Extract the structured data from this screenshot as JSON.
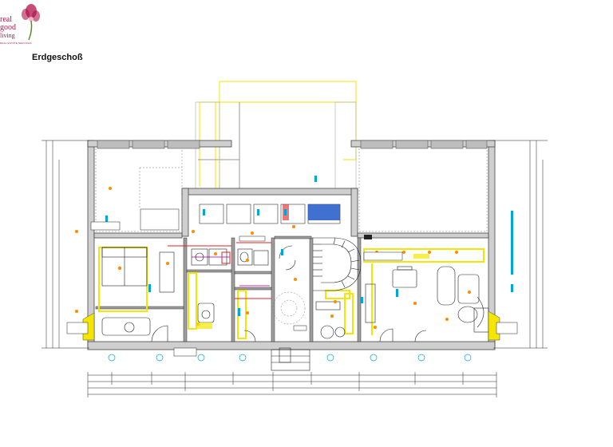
{
  "page": {
    "title": "Erdgeschoß"
  },
  "logo": {
    "text_lines": [
      "real",
      "good",
      "living"
    ],
    "tagline": "REAL ESTATE SERVICES"
  },
  "colors": {
    "brand": "#b0124a",
    "wall": "#555555",
    "yellow_highlight": "#f4e600",
    "orange_marker": "#ff8c00",
    "cyan_marker": "#00a6d6",
    "blue_fill": "#1f57c8",
    "red_line": "#e02020",
    "magenta_line": "#cc2fbf"
  },
  "icons": [
    "orchid-flower-icon",
    "staircase-icon",
    "door-swing-icon",
    "light-fixture-icon"
  ]
}
